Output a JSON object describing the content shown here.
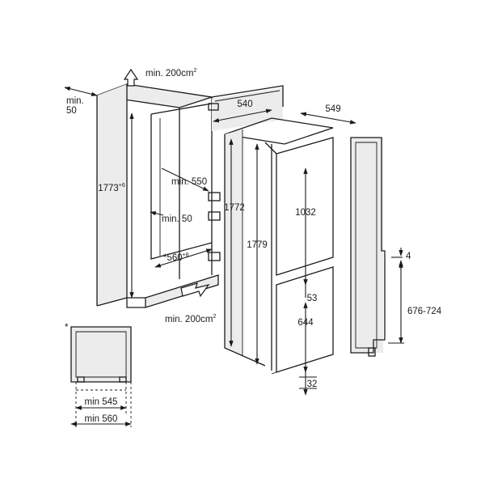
{
  "labels": {
    "top_vent": "min. 200cm",
    "top_vent_sup": "2",
    "top_gap": "min.",
    "top_gap_value": "50",
    "niche_height": "1773",
    "niche_height_sup": "+6",
    "niche_depth": "min. 550",
    "side_gap": "min. 50",
    "niche_width": "*560",
    "niche_width_sup": "+8",
    "bottom_vent": "min. 200cm",
    "bottom_vent_sup": "2",
    "appliance_depth": "540",
    "door_depth": "549",
    "appliance_height": "1772",
    "overall_height": "1779",
    "fridge_door": "1032",
    "door_gap": "53",
    "freezer_door": "644",
    "foot_gap": "32",
    "panel_gap": "4",
    "panel_range": "676-724",
    "detail_marker": "*",
    "min_width_1": "min 545",
    "min_width_2": "min 560"
  }
}
